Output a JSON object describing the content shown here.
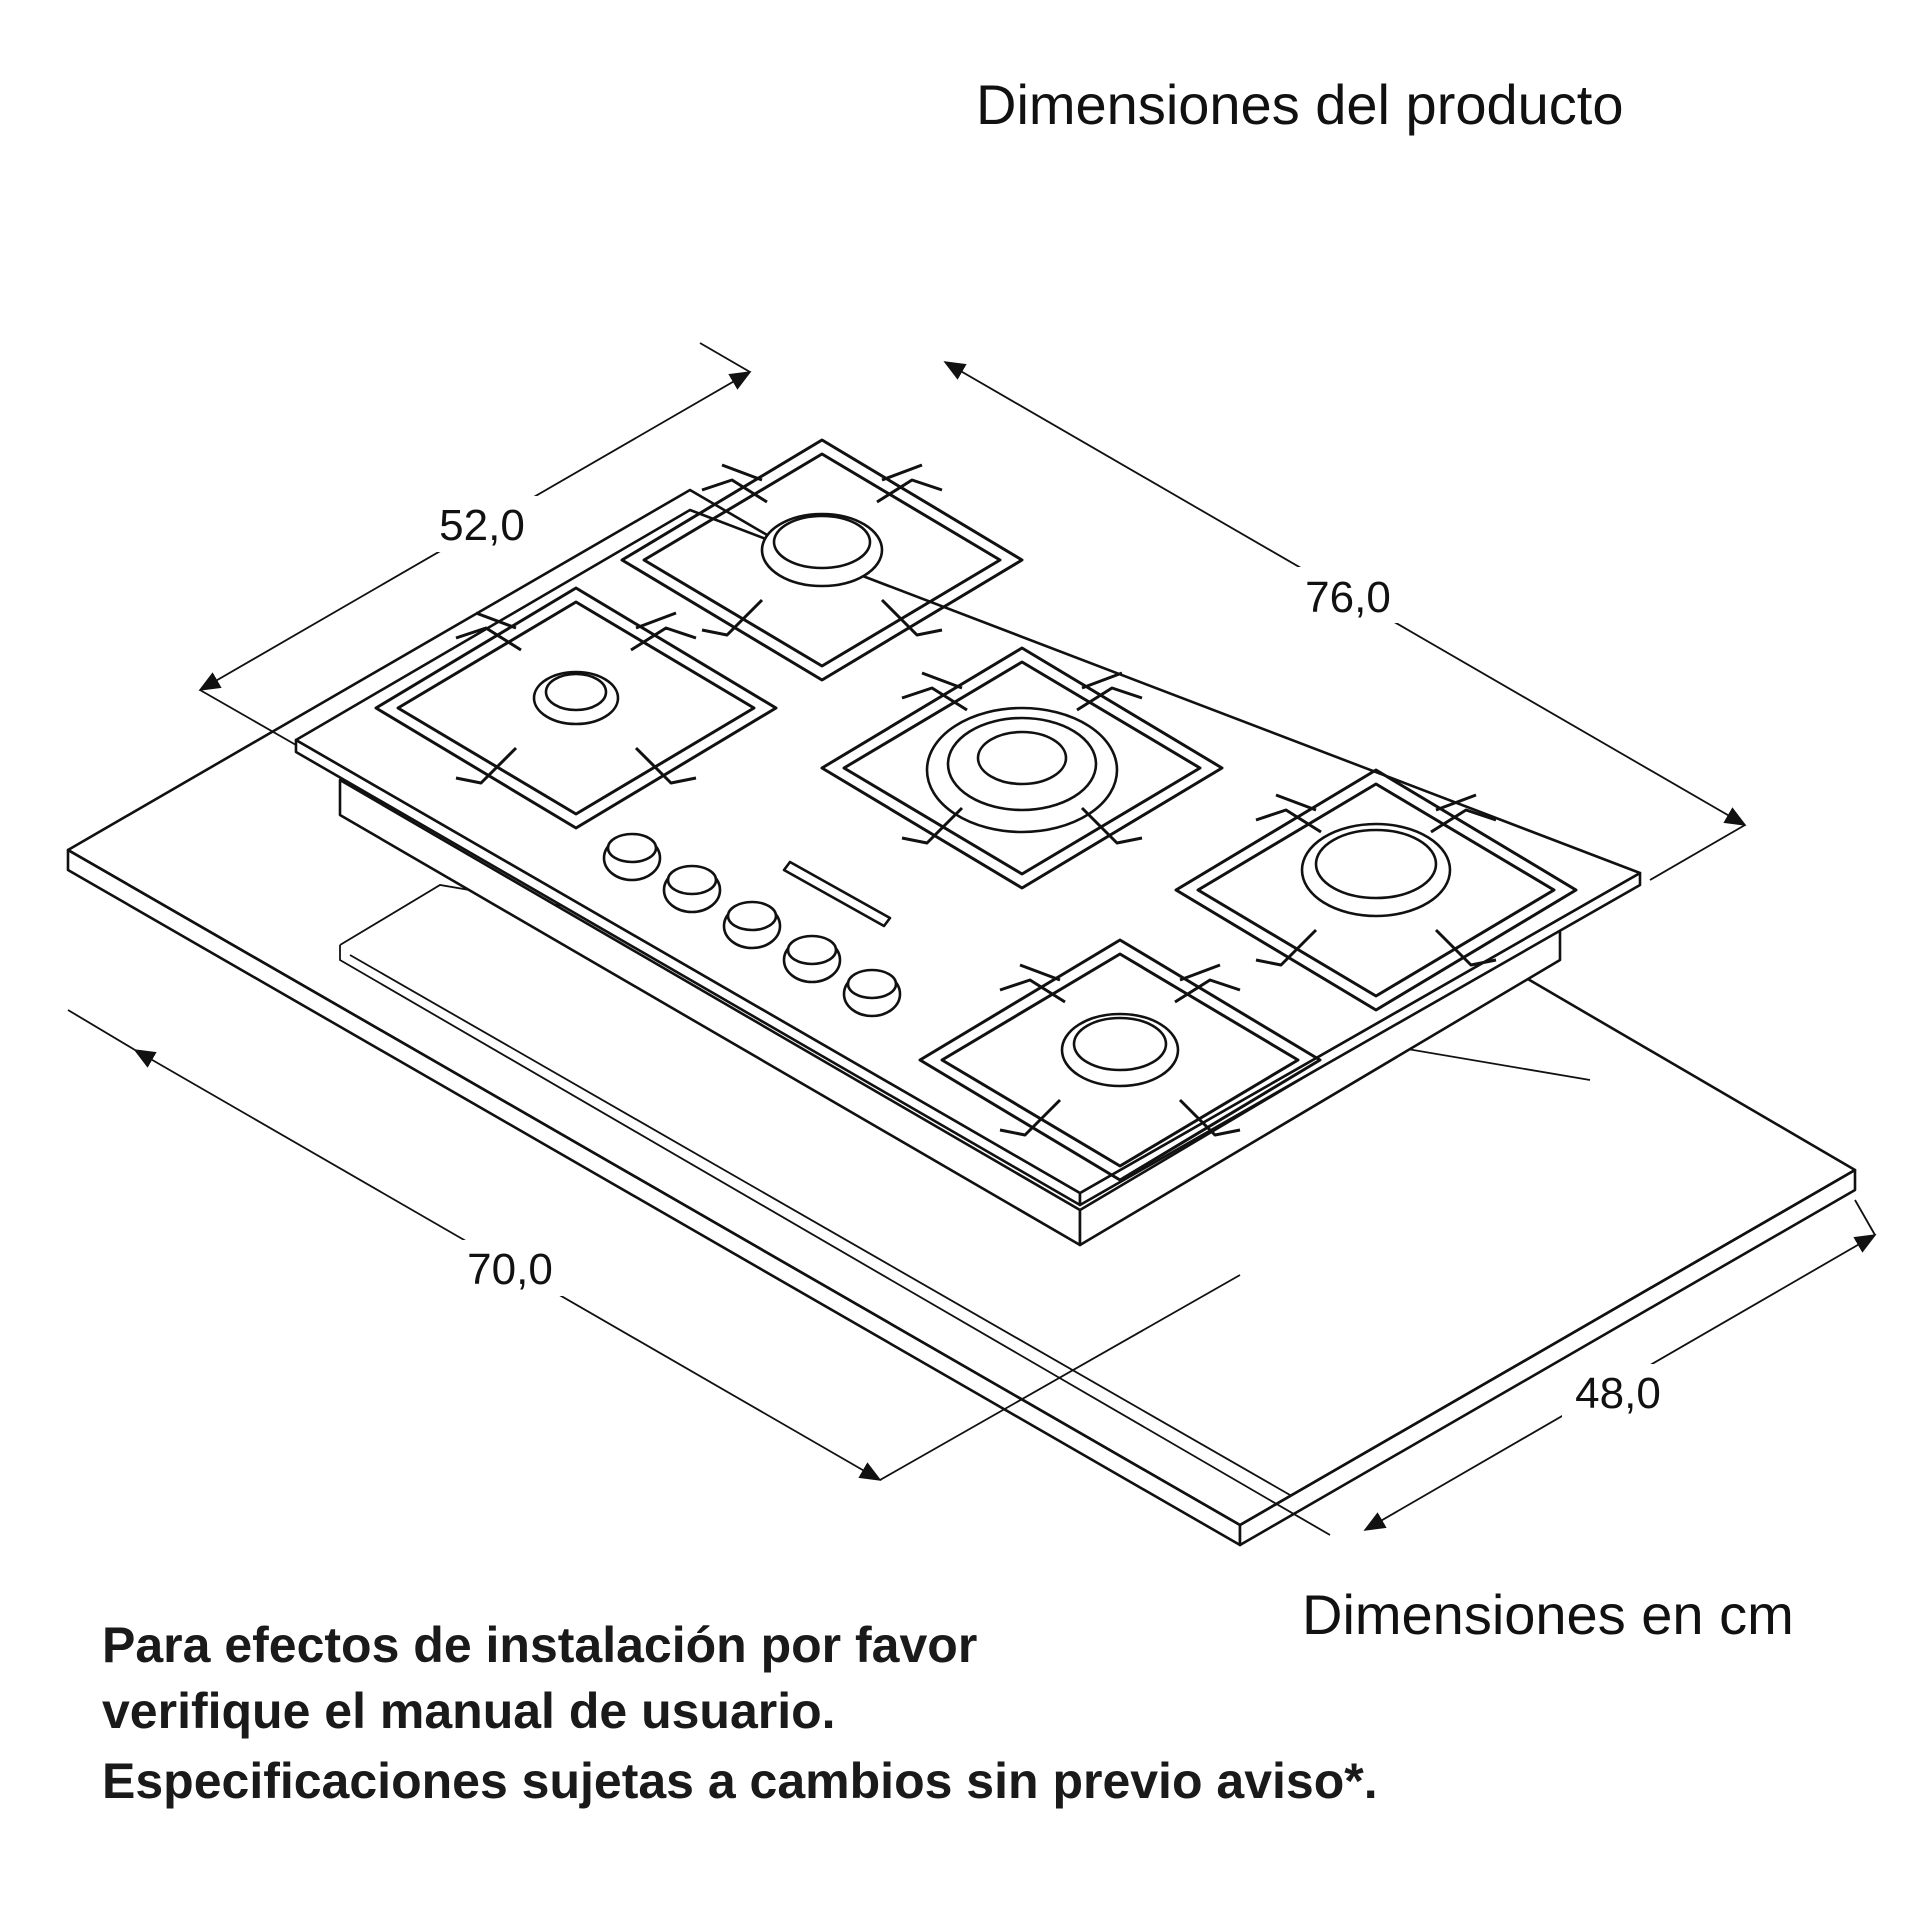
{
  "header": {
    "title": "Dimensiones del producto"
  },
  "dimensions": {
    "depth_top": "52,0",
    "width_top": "76,0",
    "width_bottom": "70,0",
    "depth_bottom": "48,0",
    "units_note": "Dimensiones en cm"
  },
  "notes": {
    "line1": "Para efectos de instalación por favor",
    "line2": "verifique el manual de usuario.",
    "line3": "Especificaciones sujetas a cambios sin previo aviso*."
  },
  "product": {
    "burner_count": 5,
    "knob_count": 5
  }
}
